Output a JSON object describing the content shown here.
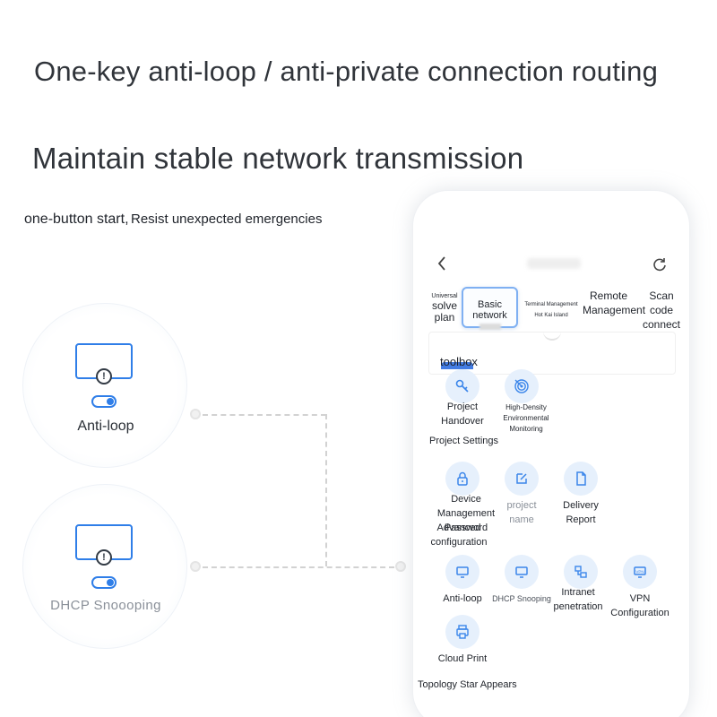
{
  "headline": {
    "line1": "One-key anti-loop / anti-private connection routing",
    "line2": "Maintain stable network transmission",
    "tag1": "one-button start,",
    "tag2": "Resist unexpected emergencies"
  },
  "features": [
    {
      "label": "Anti-loop",
      "icon": "monitor-alert-icon"
    },
    {
      "label": "DHCP  Snoooping",
      "icon": "monitor-alert-icon"
    }
  ],
  "phone": {
    "tabs": {
      "universal_small": "Universal",
      "universal_line2": "solve",
      "universal_line3": "plan",
      "basic": "Basic network",
      "terminal_line1": "Terminal Management",
      "terminal_line2": "Hot Kai Island",
      "remote_line1": "Remote",
      "remote_line2": "Management",
      "scan_line1": "Scan code",
      "scan_line2": "connect"
    },
    "toolbox_title": "toolbox",
    "tools_top": [
      {
        "label_line1": "Project",
        "label_line2": "Handover",
        "icon": "key-icon"
      },
      {
        "label_line1": "High-Density Environmental",
        "label_line2": "Monitoring",
        "icon": "radar-icon"
      }
    ],
    "section_project_settings": "Project Settings",
    "tools_settings": [
      {
        "label_line1": "Device Management",
        "label_line2": "Password",
        "icon": "lock-icon"
      },
      {
        "label_line1": "project name",
        "icon": "edit-icon"
      },
      {
        "label_line1": "Delivery Report",
        "icon": "document-icon"
      }
    ],
    "advanced_line1": "Advanced",
    "advanced_line2": "configuration",
    "tools_advanced": [
      {
        "label_line1": "Anti-loop",
        "icon": "monitor-icon"
      },
      {
        "label_line1": "DHCP Snooping",
        "icon": "monitor-icon"
      },
      {
        "label_line1": "Intranet",
        "label_line2": "penetration",
        "icon": "network-icon"
      },
      {
        "label_line1": "VPN Configuration",
        "icon": "vpn-icon"
      }
    ],
    "tools_cloud": [
      {
        "label_line1": "Cloud Print",
        "icon": "printer-icon"
      }
    ],
    "section_topology": "Topology Star Appears"
  },
  "colors": {
    "accent": "#2f7ee8",
    "icon_bg": "#e6f0fc",
    "text": "#1f232a"
  }
}
